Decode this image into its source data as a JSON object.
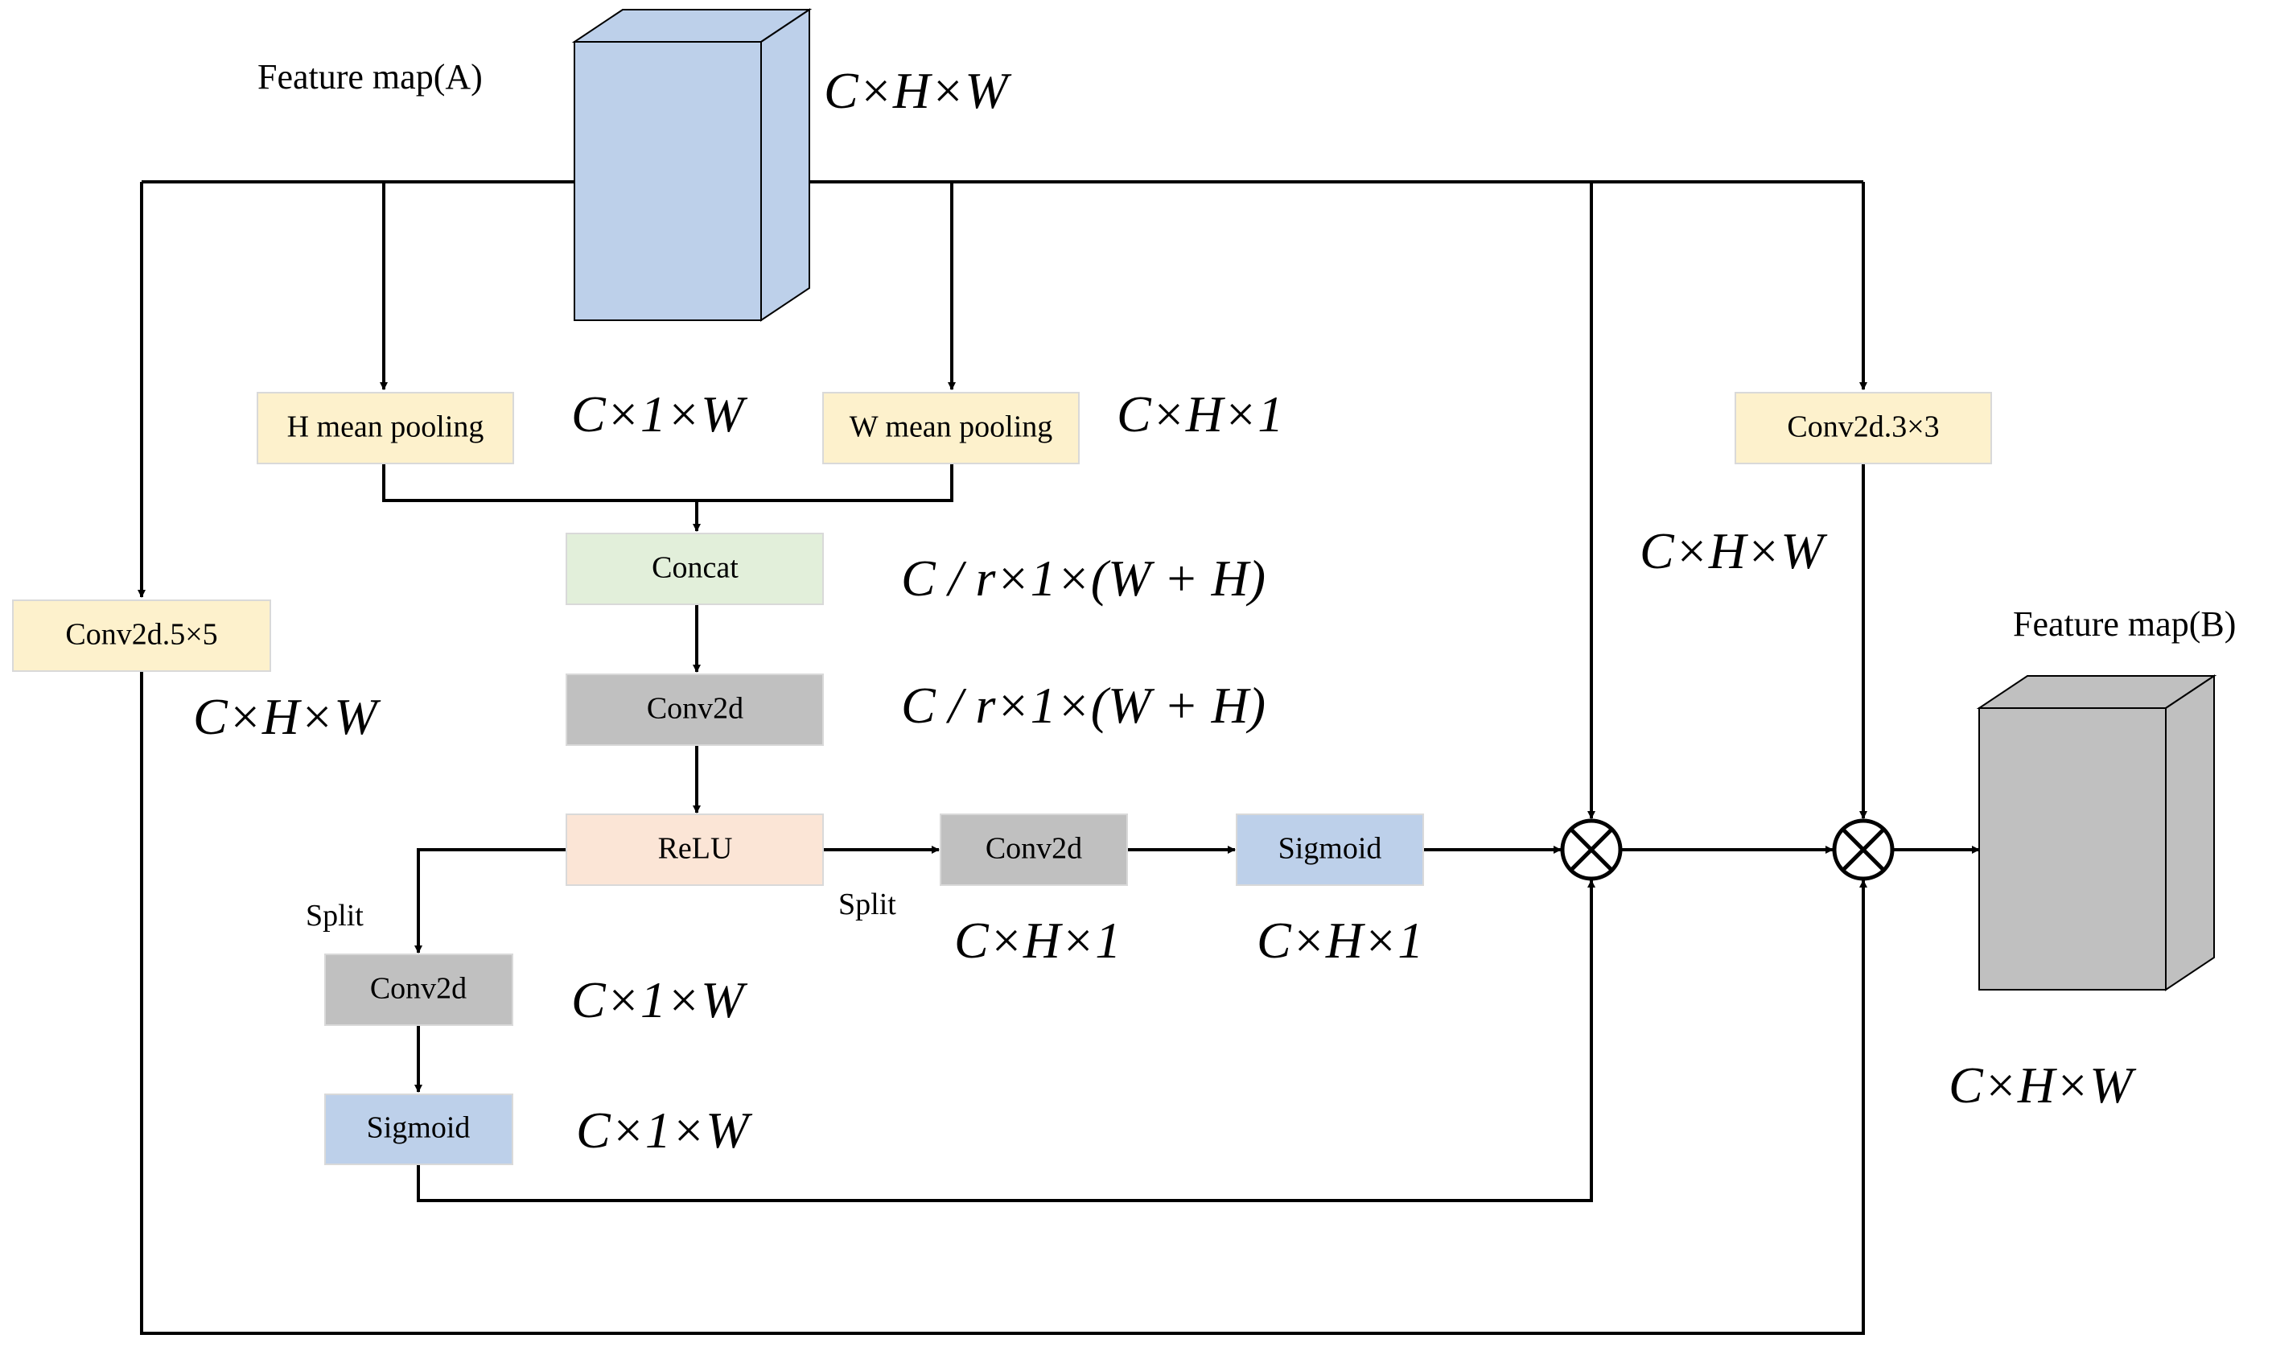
{
  "feature_map_a": {
    "label": "Feature map(A)",
    "dims": "C×H×W",
    "color": "#bdd0ea"
  },
  "feature_map_b": {
    "label": "Feature map(B)",
    "dims": "C×H×W",
    "color": "#c0c0c0"
  },
  "boxes": {
    "h_pool": {
      "label": "H mean pooling",
      "dims": "C×1×W",
      "color": "#fdf1cc"
    },
    "w_pool": {
      "label": "W mean pooling",
      "dims": "C×H×1",
      "color": "#fdf1cc"
    },
    "concat": {
      "label": "Concat",
      "dims": "C / r×1×(W + H)",
      "color": "#e2efda"
    },
    "conv_mid": {
      "label": "Conv2d",
      "dims": "C / r×1×(W + H)",
      "color": "#c0c0c0"
    },
    "relu": {
      "label": "ReLU",
      "color": "#fbe5d6"
    },
    "conv_h": {
      "label": "Conv2d",
      "dims": "C×H×1",
      "color": "#c0c0c0"
    },
    "sig_h": {
      "label": "Sigmoid",
      "dims": "C×H×1",
      "color": "#bdd0ea"
    },
    "conv_w": {
      "label": "Conv2d",
      "dims": "C×1×W",
      "color": "#c0c0c0"
    },
    "sig_w": {
      "label": "Sigmoid",
      "dims": "C×1×W",
      "color": "#bdd0ea"
    },
    "conv5": {
      "label": "Conv2d.5×5",
      "dims": "C×H×W",
      "color": "#fdf1cc"
    },
    "conv3": {
      "label": "Conv2d.3×3",
      "dims": "C×H×W",
      "color": "#fdf1cc"
    }
  },
  "split_labels": {
    "left": "Split",
    "right": "Split"
  }
}
